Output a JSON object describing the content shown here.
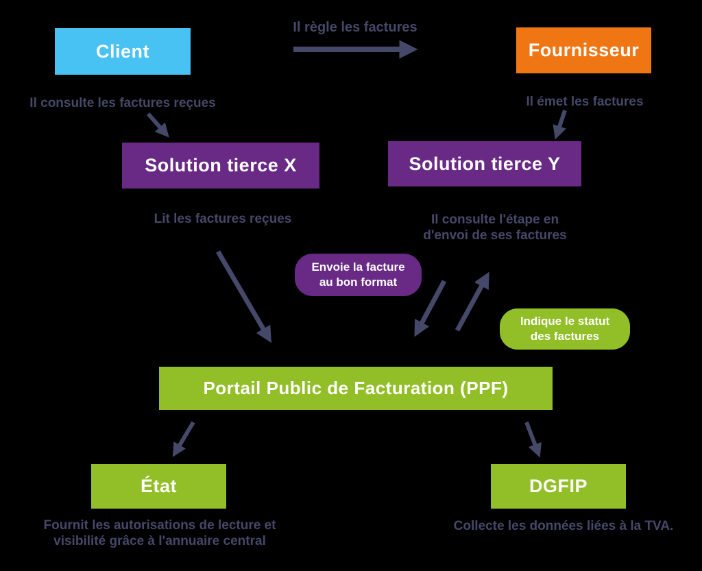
{
  "background": "#000000",
  "colors": {
    "client_blue": "#47C2F2",
    "fournisseur_orange": "#F07614",
    "solution_purple": "#692A85",
    "portal_green": "#92BE27",
    "arrow_and_caption_navy": "#454868",
    "box_text": "#FFFFFF"
  },
  "nodes": {
    "client": {
      "label": "Client"
    },
    "fournisseur": {
      "label": "Fournisseur"
    },
    "solution_x": {
      "label": "Solution tierce X"
    },
    "solution_y": {
      "label": "Solution tierce Y"
    },
    "ppf": {
      "label": "Portail Public de Facturation (PPF)"
    },
    "etat": {
      "label": "État"
    },
    "dgfip": {
      "label": "DGFIP"
    }
  },
  "bubbles": {
    "envoie": {
      "line1": "Envoie la facture",
      "line2": "au bon format"
    },
    "statut": {
      "line1": "Indique le statut",
      "line2": "des factures"
    }
  },
  "captions": {
    "regle_factures": "Il règle les factures",
    "consulte_recues": "Il consulte les factures reçues",
    "emet_factures": "Il émet les factures",
    "lit_recues": "Lit les factures reçues",
    "consulte_etape_line1": "Il consulte l'étape en",
    "consulte_etape_line2": "d'envoi de ses factures",
    "etat_line1": "Fournit les autorisations de lecture et",
    "etat_line2": "visibilité grâce à l'annuaire central",
    "dgfip_caption": "Collecte les données liées à la TVA."
  }
}
